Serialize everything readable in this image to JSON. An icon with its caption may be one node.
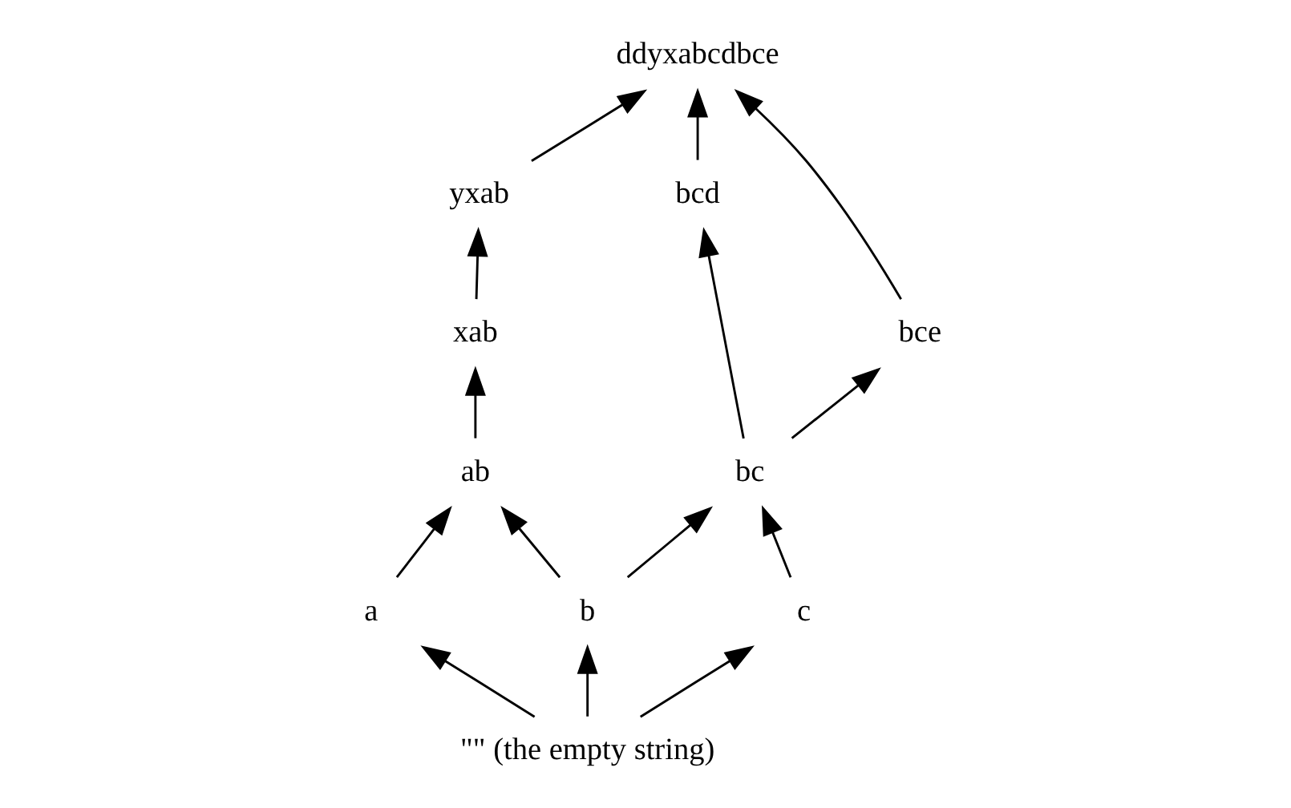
{
  "diagram": {
    "nodes": [
      {
        "text": [
          "ddyxabcdbce"
        ]
      },
      {
        "text": [
          "yxab"
        ]
      },
      {
        "text": [
          "bcd"
        ]
      },
      {
        "text": [
          "bce"
        ]
      },
      {
        "text": [
          "xab"
        ]
      },
      {
        "text": [
          "ab"
        ]
      },
      {
        "text": [
          "bc"
        ]
      },
      {
        "text": [
          "a"
        ]
      },
      {
        "text": [
          "b"
        ]
      },
      {
        "text": [
          "c"
        ]
      },
      {
        "text": [
          "\"\" (the empty string)"
        ]
      }
    ],
    "edges": [
      {
        "from": 1,
        "to": 0,
        "arrow": "to"
      },
      {
        "from": 2,
        "to": 0,
        "arrow": "to"
      },
      {
        "from": 3,
        "to": 0,
        "arrow": "to"
      },
      {
        "from": 4,
        "to": 1,
        "arrow": "to"
      },
      {
        "from": 5,
        "to": 4,
        "arrow": "to"
      },
      {
        "from": 6,
        "to": 2,
        "arrow": "to"
      },
      {
        "from": 6,
        "to": 3,
        "arrow": "to"
      },
      {
        "from": 7,
        "to": 5,
        "arrow": "to"
      },
      {
        "from": 8,
        "to": 5,
        "arrow": "to"
      },
      {
        "from": 8,
        "to": 6,
        "arrow": "to"
      },
      {
        "from": 9,
        "to": 6,
        "arrow": "to"
      },
      {
        "from": 10,
        "to": 7,
        "arrow": "to"
      },
      {
        "from": 10,
        "to": 8,
        "arrow": "to"
      },
      {
        "from": 10,
        "to": 9,
        "arrow": "to"
      }
    ]
  }
}
